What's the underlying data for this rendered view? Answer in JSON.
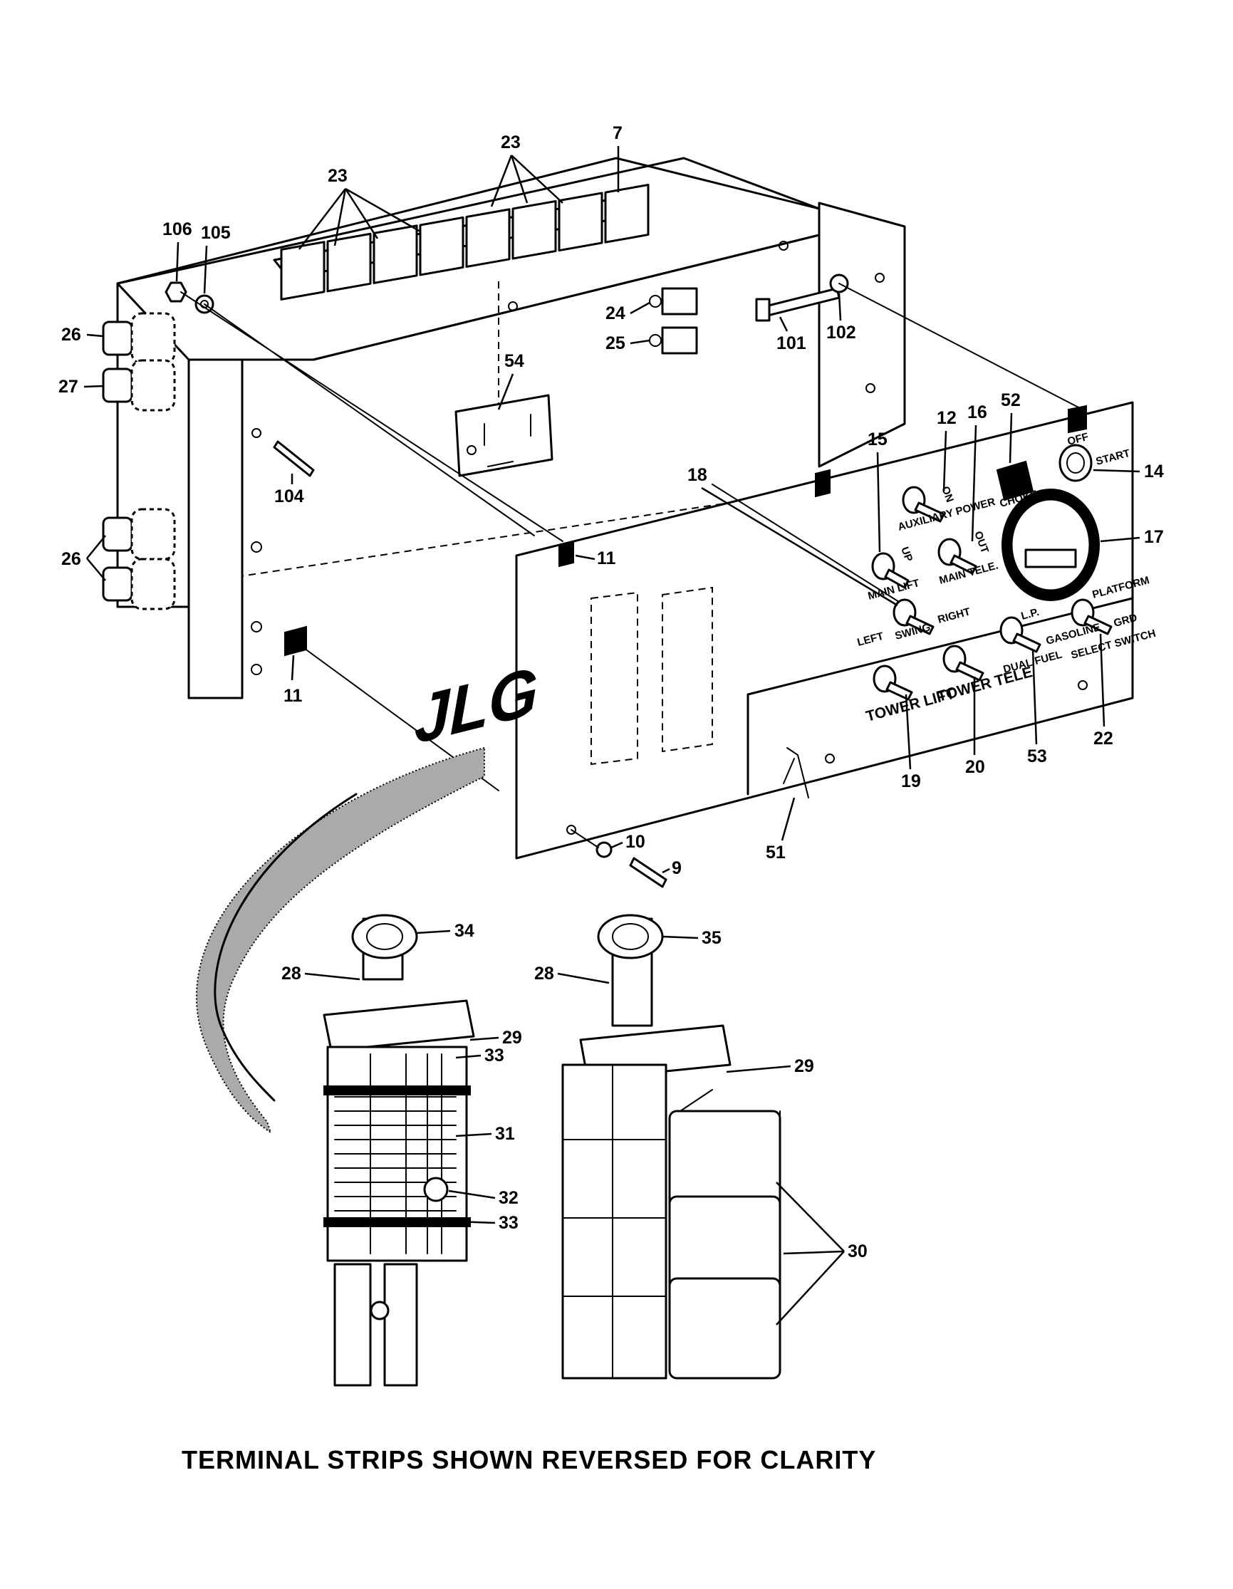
{
  "callouts": {
    "c7": "7",
    "c23a": "23",
    "c23b": "23",
    "c106": "106",
    "c105": "105",
    "c26a": "26",
    "c27": "27",
    "c26b": "26",
    "c104": "104",
    "c11a": "11",
    "c11b": "11",
    "c54": "54",
    "c24": "24",
    "c25": "25",
    "c101": "101",
    "c102": "102",
    "c52": "52",
    "c12": "12",
    "c16": "16",
    "c15": "15",
    "c14": "14",
    "c18": "18",
    "c17": "17",
    "c22": "22",
    "c53": "53",
    "c20": "20",
    "c19": "19",
    "c51": "51",
    "c10": "10",
    "c9": "9",
    "c34": "34",
    "c35": "35",
    "c28a": "28",
    "c28b": "28",
    "c29a": "29",
    "c29b": "29",
    "c33a": "33",
    "c33b": "33",
    "c31": "31",
    "c32": "32",
    "c30": "30"
  },
  "panel_labels": {
    "logo": "JLG",
    "auxiliary_power": "AUXILIARY POWER",
    "on": "ON",
    "main_tele": "MAIN TELE.",
    "out": "OUT",
    "main_lift": "MAIN LIFT",
    "up": "UP",
    "left": "LEFT",
    "swing": "SWING",
    "right": "RIGHT",
    "tower_lift": "TOWER LIFT",
    "tower_tele": "TOWER TELE",
    "dual_fuel": "DUAL FUEL",
    "lp": "L.P.",
    "gasoline": "GASOLINE",
    "select_switch": "SELECT SWITCH",
    "platform": "PLATFORM",
    "ground": "GRD",
    "choke": "CHOKE",
    "start": "START",
    "off": "OFF"
  },
  "caption": "TERMINAL STRIPS SHOWN REVERSED FOR CLARITY"
}
